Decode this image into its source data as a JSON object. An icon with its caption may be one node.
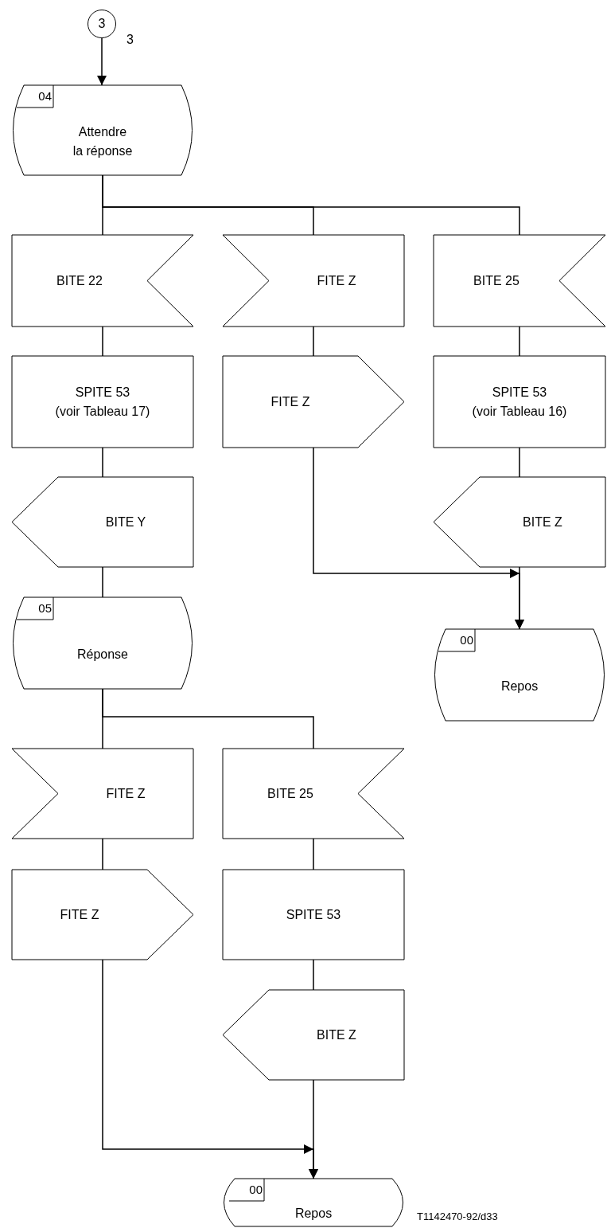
{
  "diagram": {
    "nodes": [
      {
        "text": [
          "3"
        ],
        "beside": [
          "3"
        ]
      },
      {
        "text": [
          "04",
          "Attendre la réponse"
        ]
      },
      {
        "text": [
          "BITE 22"
        ]
      },
      {
        "text": [
          "FITE Z"
        ]
      },
      {
        "text": [
          "BITE 25"
        ]
      },
      {
        "text": [
          "SPITE 53",
          "(voir Tableau 17)"
        ]
      },
      {
        "text": [
          "FITE Z"
        ]
      },
      {
        "text": [
          "SPITE 53",
          "(voir Tableau 16)"
        ]
      },
      {
        "text": [
          "BITE Y"
        ]
      },
      {
        "text": [
          "BITE Z"
        ]
      },
      {
        "text": [
          "00",
          "Repos"
        ]
      },
      {
        "text": [
          "05",
          "Réponse"
        ]
      },
      {
        "text": [
          "FITE Z"
        ]
      },
      {
        "text": [
          "BITE 25"
        ]
      },
      {
        "text": [
          "FITE Z"
        ]
      },
      {
        "text": [
          "SPITE 53"
        ]
      },
      {
        "text": [
          "BITE Z"
        ]
      },
      {
        "text": [
          "00",
          "Repos"
        ]
      }
    ],
    "edges": [
      {
        "from": 0,
        "to": 1,
        "arrow": "to"
      },
      {
        "from": 1,
        "to": 2,
        "arrow": "none"
      },
      {
        "from": 1,
        "to": 3,
        "arrow": "none"
      },
      {
        "from": 1,
        "to": 4,
        "arrow": "none"
      },
      {
        "from": 2,
        "to": 5,
        "arrow": "none"
      },
      {
        "from": 5,
        "to": 8,
        "arrow": "none"
      },
      {
        "from": 8,
        "to": 11,
        "arrow": "none"
      },
      {
        "from": 3,
        "to": 6,
        "arrow": "none"
      },
      {
        "from": 6,
        "to": 10,
        "arrow": "to"
      },
      {
        "from": 4,
        "to": 7,
        "arrow": "none"
      },
      {
        "from": 7,
        "to": 9,
        "arrow": "none"
      },
      {
        "from": 9,
        "to": 10,
        "arrow": "to"
      },
      {
        "from": 11,
        "to": 12,
        "arrow": "none"
      },
      {
        "from": 11,
        "to": 13,
        "arrow": "none"
      },
      {
        "from": 12,
        "to": 14,
        "arrow": "none"
      },
      {
        "from": 14,
        "to": 17,
        "arrow": "to"
      },
      {
        "from": 13,
        "to": 15,
        "arrow": "none"
      },
      {
        "from": 15,
        "to": 16,
        "arrow": "none"
      },
      {
        "from": 16,
        "to": 17,
        "arrow": "to"
      }
    ],
    "labels": [
      "T1142470-92/d33"
    ]
  }
}
